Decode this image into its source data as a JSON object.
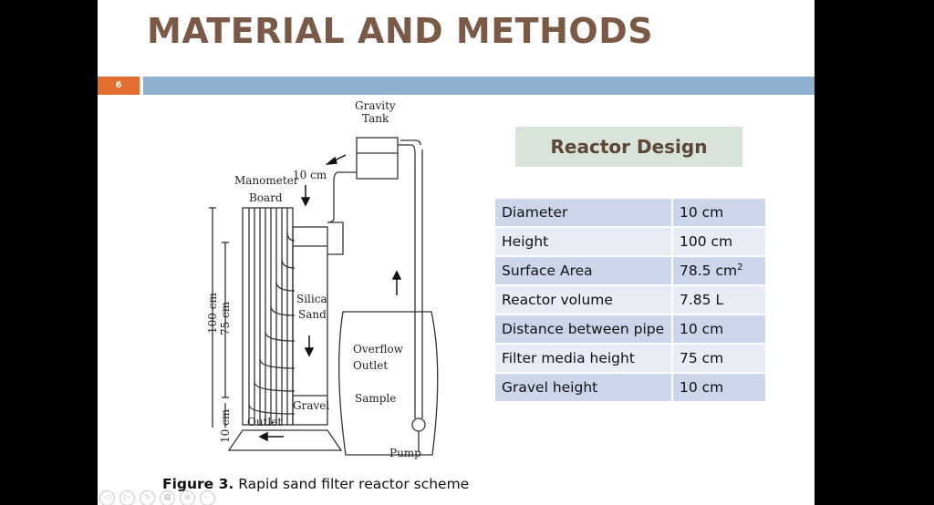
{
  "slide": {
    "title": "MATERIAL AND METHODS",
    "number": "6"
  },
  "reactor": {
    "heading": "Reactor Design",
    "rows": [
      {
        "label": "Diameter",
        "value": "10 cm"
      },
      {
        "label": "Height",
        "value": "100 cm"
      },
      {
        "label": "Surface Area",
        "value": "78.5 cm",
        "sup": "2"
      },
      {
        "label": "Reactor volume",
        "value": "7.85 L"
      },
      {
        "label": "Distance between pipe",
        "value": "10 cm"
      },
      {
        "label": "Filter media height",
        "value": "75 cm"
      },
      {
        "label": "Gravel height",
        "value": "10 cm"
      }
    ]
  },
  "figure": {
    "caption_bold": "Figure 3.",
    "caption_text": " Rapid sand filter reactor scheme",
    "labels": {
      "gravity": "Gravity",
      "tank": "Tank",
      "manometer": "Manometer",
      "board": "Board",
      "ten_cm_top": "10 cm",
      "silica": "Silica",
      "sand": "Sand",
      "overflow": "Overflow",
      "outlet_overflow": "Outlet",
      "sample": "Sample",
      "gravel": "Gravel",
      "outlet": "Outlet",
      "pump": "Pump",
      "h100": "100 cm",
      "h75": "75 cm",
      "h10": "10 cm"
    }
  },
  "nav": {
    "icons": [
      "prev-icon",
      "next-icon",
      "pen-icon",
      "slides-icon",
      "zoom-icon",
      "more-icon"
    ],
    "glyphs": [
      "◁",
      "▷",
      "✎",
      "▦",
      "⊕",
      "⋯"
    ]
  }
}
